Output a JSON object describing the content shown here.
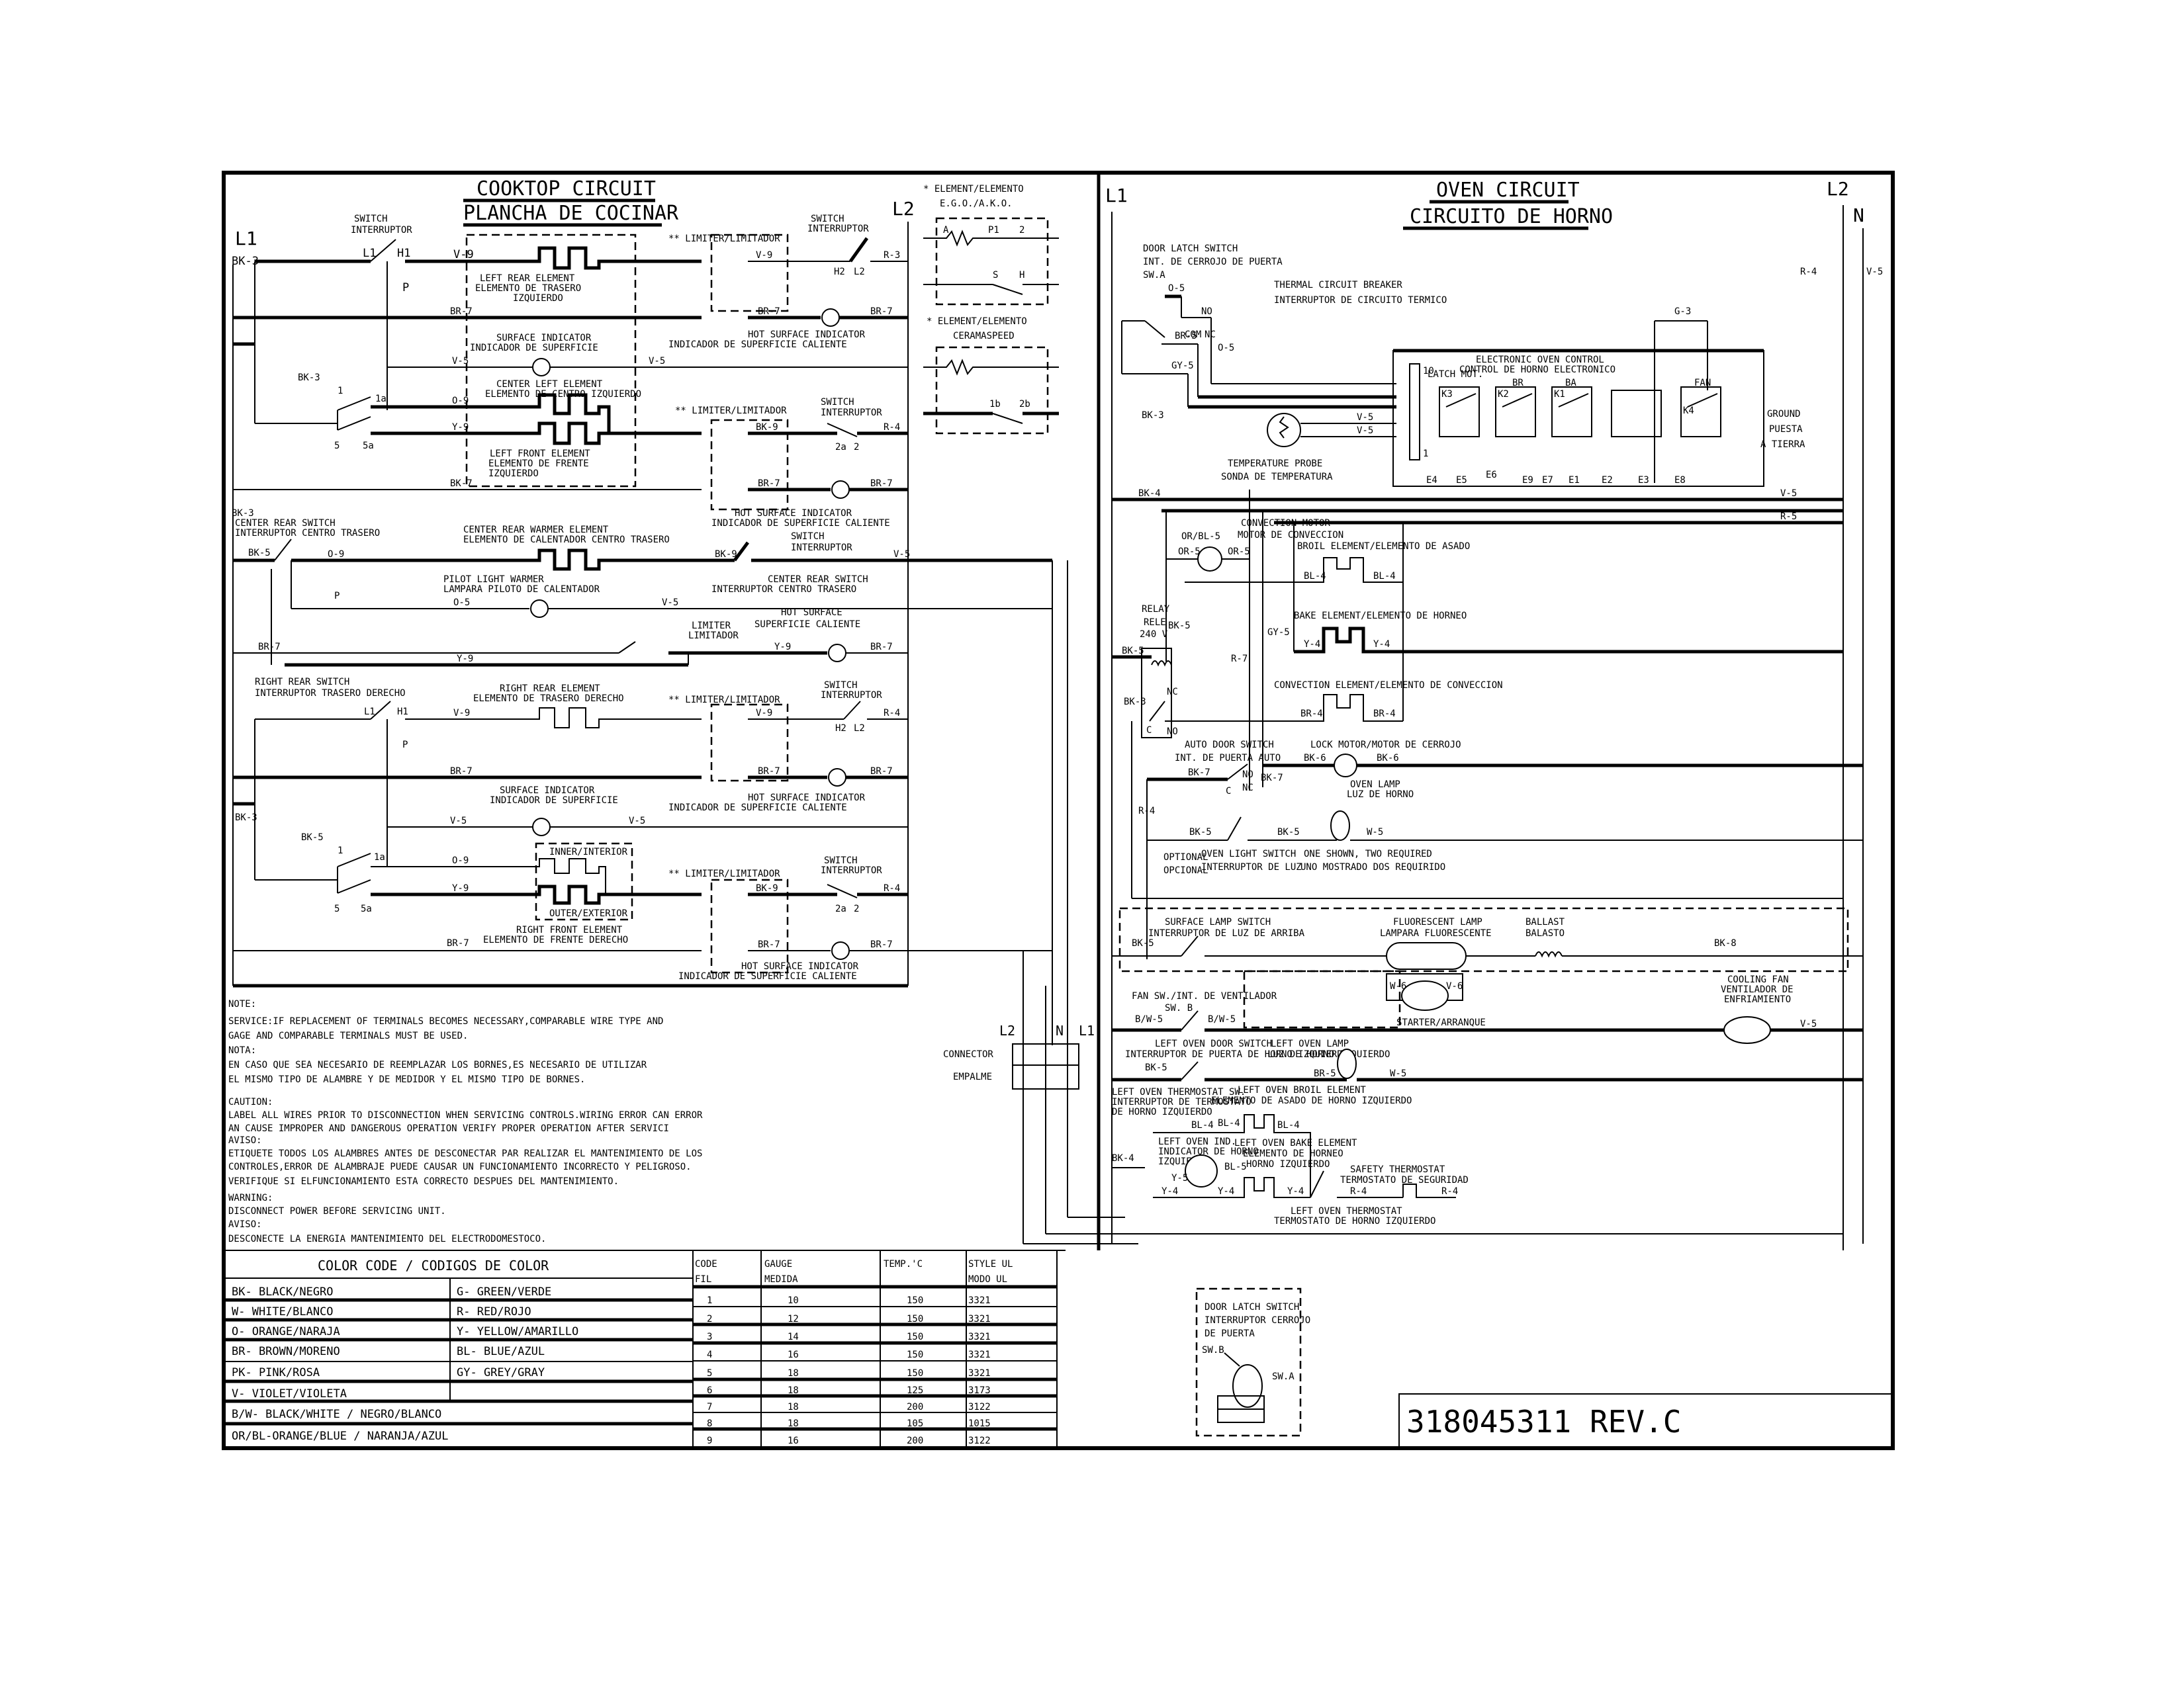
{
  "document": {
    "part_number": "318045311 REV.C"
  },
  "cooktop": {
    "title": "COOKTOP CIRCUIT",
    "title_es": "PLANCHA DE COCINAR",
    "l1": "L1",
    "l2": "L2",
    "switch_label": "SWITCH",
    "switch_label_es": "INTERRUPTOR",
    "limiter": "** LIMITER/LIMITADOR",
    "left_rear": {
      "en": "LEFT REAR ELEMENT",
      "es1": "ELEMENTO DE TRASERO",
      "es2": "IZQUIERDO"
    },
    "surface_indicator": {
      "en": "SURFACE INDICATOR",
      "es": "INDICADOR DE SUPERFICIE"
    },
    "hot_surface": {
      "en": "HOT SURFACE INDICATOR",
      "es": "INDICADOR DE SUPERFICIE CALIENTE"
    },
    "center_left": {
      "en": "CENTER LEFT ELEMENT",
      "es": "ELEMENTO DE CENTRO IZQUIERDO"
    },
    "left_front": {
      "en": "LEFT FRONT ELEMENT",
      "es1": "ELEMENTO DE FRENTE",
      "es2": "IZQUIERDO"
    },
    "center_rear_switch": {
      "en": "CENTER REAR SWITCH",
      "es": "INTERRUPTOR CENTRO TRASERO"
    },
    "center_rear_warmer": {
      "en": "CENTER REAR WARMER ELEMENT",
      "es": "ELEMENTO DE CALENTADOR CENTRO TRASERO"
    },
    "pilot_light": {
      "en": "PILOT LIGHT WARMER",
      "es": "LAMPARA PILOTO DE CALENTADOR"
    },
    "limiter_warmer": {
      "en": "LIMITER",
      "es": "LIMITADOR"
    },
    "hot_surface_short": {
      "en": "HOT SURFACE",
      "es": "SUPERFICIE CALIENTE"
    },
    "right_rear_switch": {
      "en": "RIGHT REAR SWITCH",
      "es": "INTERRUPTOR TRASERO DERECHO"
    },
    "right_rear": {
      "en": "RIGHT REAR ELEMENT",
      "es": "ELEMENTO DE TRASERO DERECHO"
    },
    "right_front": {
      "en": "RIGHT FRONT ELEMENT",
      "es": "ELEMENTO DE FRENTE DERECHO",
      "inner": "INNER/INTERIOR",
      "outer": "OUTER/EXTERIOR"
    },
    "wires": {
      "bk3": "BK-3",
      "bk5": "BK-5",
      "bk7": "BK-7",
      "bk9": "BK-9",
      "br7": "BR-7",
      "v9": "V-9",
      "v5": "V-5",
      "o9": "O-9",
      "o5": "O-5",
      "y9": "Y-9",
      "r3": "R-3",
      "r4": "R-4"
    },
    "terminals": {
      "l1": "L1",
      "h1": "H1",
      "h2": "H2",
      "l2": "L2",
      "p": "P",
      "t1": "1",
      "t1a": "1a",
      "t5": "5",
      "t5a": "5a",
      "t2": "2",
      "t2a": "2a"
    }
  },
  "legend_elements": {
    "ego_title": "* ELEMENT/ELEMENTO",
    "ego_sub": "E.G.O./A.K.O.",
    "ego_terms": [
      "A",
      "P1",
      "2",
      "S",
      "H"
    ],
    "cera_title": "* ELEMENT/ELEMENTO",
    "cera_sub": "CERAMASPEED",
    "cera_terms": [
      "1b",
      "2b"
    ]
  },
  "oven": {
    "title": "OVEN CIRCUIT",
    "title_es": "CIRCUITO DE HORNO",
    "l1": "L1",
    "l2": "L2",
    "n": "N",
    "door_latch": {
      "en": "DOOR LATCH SWITCH",
      "es": "INT. DE CERROJO DE PUERTA",
      "sw": "SW.A",
      "no": "NO",
      "nc": "NC",
      "com": "COM"
    },
    "thermal_breaker": {
      "en": "THERMAL CIRCUIT BREAKER",
      "es": "INTERRUPTOR DE CIRCUITO TERMICO"
    },
    "eoc": {
      "en": "ELECTRONIC OVEN CONTROL",
      "es": "CONTROL DE HORNO ELECTRONICO",
      "latch": "LATCH MOT.",
      "relays": [
        "K3",
        "K2",
        "K1",
        "K4"
      ],
      "relay_tags": [
        "BR",
        "BA",
        "FAN"
      ],
      "pins": [
        "10",
        "1"
      ],
      "terminals": [
        "E4",
        "E5",
        "E6",
        "E9",
        "E7",
        "E1",
        "E2",
        "E3",
        "E8"
      ]
    },
    "ground": {
      "en": "GROUND",
      "es1": "PUESTA",
      "es2": "A TIERRA"
    },
    "temp_probe": {
      "en": "TEMPERATURE PROBE",
      "es": "SONDA DE TEMPERATURA"
    },
    "convection_motor": {
      "en": "CONVECTION MOTOR",
      "es": "MOTOR DE CONVECCION"
    },
    "broil": "BROIL ELEMENT/ELEMENTO DE ASADO",
    "bake": "BAKE ELEMENT/ELEMENTO DE HORNEO",
    "convection_element": "CONVECTION ELEMENT/ELEMENTO DE CONVECCION",
    "relay": {
      "en": "RELAY",
      "es": "RELE",
      "v": "240 V",
      "nc": "NC",
      "no": "NO",
      "c": "C"
    },
    "lock_motor": "LOCK MOTOR/MOTOR DE CERROJO",
    "auto_door": {
      "en": "AUTO DOOR SWITCH",
      "es": "INT. DE PUERTA AUTO",
      "c": "C",
      "no": "NO",
      "nc": "NC"
    },
    "oven_lamp": {
      "en": "OVEN LAMP",
      "es": "LUZ DE HORNO"
    },
    "oven_light_switch": {
      "en": "OVEN LIGHT SWITCH",
      "es": "INTERRUPTOR DE LUZ"
    },
    "one_shown": {
      "en": "ONE SHOWN, TWO REQUIRED",
      "es": "UNO MOSTRADO DOS REQUIRIDO"
    },
    "optional": {
      "en": "OPTIONAL",
      "es": "OPCIONAL"
    },
    "surface_lamp_switch": {
      "en": "SURFACE LAMP SWITCH",
      "es": "INTERRUPTOR DE LUZ DE ARRIBA"
    },
    "fluorescent": {
      "en": "FLUORESCENT LAMP",
      "es": "LAMPARA FLUORESCENTE"
    },
    "ballast": {
      "en": "BALLAST",
      "es": "BALASTO"
    },
    "starter": "STARTER/ARRANQUE",
    "fan_switch": {
      "en": "FAN SW./INT. DE VENTILADOR",
      "sw": "SW. B"
    },
    "cooling_fan": {
      "en": "COOLING FAN",
      "es1": "VENTILADOR DE",
      "es2": "ENFRIAMIENTO"
    },
    "left_door_switch": {
      "en": "LEFT OVEN DOOR SWITCH",
      "es": "INTERRUPTOR DE PUERTA DE HORNO IZQUIERDO"
    },
    "left_lamp": {
      "en": "LEFT OVEN LAMP",
      "es": "LUZ DE HORNO IZQUIERDO"
    },
    "left_thermostat_sw": {
      "en": "LEFT OVEN THERMOSTAT SW.",
      "es1": "INTERRUPTOR DE TERMOSTATO",
      "es2": "DE HORNO IZQUIERDO"
    },
    "left_broil": {
      "en": "LEFT OVEN BROIL ELEMENT",
      "es": "ELEMENTO DE ASADO DE HORNO IZQUIERDO"
    },
    "left_ind": {
      "en": "LEFT OVEN IND.",
      "es1": "INDICATOR DE HORNO",
      "es2": "IZQUIERDO"
    },
    "left_bake": {
      "en": "LEFT OVEN BAKE ELEMENT",
      "es1": "ELEMENTO DE HORNEO",
      "es2": "HORNO IZQUIERDO"
    },
    "safety_thermostat": {
      "en": "SAFETY THERMOSTAT",
      "es": "TERMOSTATO DE SEGURIDAD"
    },
    "left_thermostat": {
      "en": "LEFT OVEN THERMOSTAT",
      "es": "TERMOSTATO DE HORNO IZQUIERDO"
    },
    "wires": {
      "o5": "O-5",
      "br5": "BR-5",
      "gy5": "GY-5",
      "v5": "V-5",
      "bk3": "BK-3",
      "bk4": "BK-4",
      "bk5": "BK-5",
      "bk6": "BK-6",
      "bk7": "BK-7",
      "bk8": "BK-8",
      "r4": "R-4",
      "r5": "R-5",
      "r7": "R-7",
      "g3": "G-3",
      "orbl5": "OR/BL-5",
      "or5": "OR-5",
      "bl4": "BL-4",
      "bl5": "BL-5",
      "y4": "Y-4",
      "y5": "Y-5",
      "br4": "BR-4",
      "w5": "W-5",
      "w6": "W-6",
      "v6": "V-6",
      "bw5": "B/W-5"
    }
  },
  "connector": {
    "en": "CONNECTOR",
    "es": "EMPALME",
    "l2": "L2",
    "n": "N",
    "l1": "L1"
  },
  "notes": {
    "note_h": "NOTE:",
    "note_1": "SERVICE:IF REPLACEMENT OF TERMINALS BECOMES NECESSARY,COMPARABLE WIRE TYPE AND",
    "note_2": "GAGE AND COMPARABLE TERMINALS MUST BE USED.",
    "nota_h": "NOTA:",
    "nota_1": "EN CASO QUE SEA NECESARIO DE REEMPLAZAR LOS BORNES,ES NECESARIO DE UTILIZAR",
    "nota_2": "EL MISMO TIPO DE ALAMBRE Y DE MEDIDOR Y EL MISMO TIPO DE BORNES.",
    "caution_h": "CAUTION:",
    "caution_1": "LABEL ALL WIRES PRIOR TO DISCONNECTION WHEN SERVICING CONTROLS.WIRING ERROR CAN ERROR",
    "caution_2": "AN CAUSE IMPROPER AND DANGEROUS OPERATION VERIFY PROPER OPERATION AFTER SERVICI",
    "aviso1_h": "AVISO:",
    "aviso1_1": "ETIQUETE TODOS LOS ALAMBRES ANTES DE DESCONECTAR PAR REALIZAR EL MANTENIMIENTO DE LOS",
    "aviso1_2": "CONTROLES,ERROR DE ALAMBRAJE PUEDE CAUSAR UN FUNCIONAMIENTO INCORRECTO Y PELIGROSO.",
    "aviso1_3": "VERIFIQUE SI ELFUNCIONAMIENTO ESTA CORRECTO DESPUES DEL MANTENIMIENTO.",
    "warning_h": "WARNING:",
    "warning_1": "DISCONNECT POWER BEFORE SERVICING UNIT.",
    "aviso2_h": "AVISO:",
    "aviso2_1": "DESCONECTE LA ENERGIA MANTENIMIENTO DEL ELECTRODOMESTOCO."
  },
  "color_code": {
    "title": "COLOR CODE / CODIGOS DE COLOR",
    "rows": [
      [
        "BK- BLACK/NEGRO",
        "G- GREEN/VERDE"
      ],
      [
        "W- WHITE/BLANCO",
        "R- RED/ROJO"
      ],
      [
        "O- ORANGE/NARAJA",
        "Y- YELLOW/AMARILLO"
      ],
      [
        "BR- BROWN/MORENO",
        "BL- BLUE/AZUL"
      ],
      [
        "PK- PINK/ROSA",
        "GY- GREY/GRAY"
      ],
      [
        "V- VIOLET/VIOLETA",
        ""
      ]
    ],
    "wide_rows": [
      "B/W- BLACK/WHITE / NEGRO/BLANCO",
      "OR/BL-ORANGE/BLUE / NARANJA/AZUL"
    ]
  },
  "wire_table": {
    "headers": [
      [
        "CODE",
        "FIL"
      ],
      [
        "GAUGE",
        "MEDIDA"
      ],
      [
        "TEMP.'C",
        ""
      ],
      [
        "STYLE UL",
        "MODO UL"
      ]
    ],
    "rows": [
      [
        "1",
        "10",
        "150",
        "3321"
      ],
      [
        "2",
        "12",
        "150",
        "3321"
      ],
      [
        "3",
        "14",
        "150",
        "3321"
      ],
      [
        "4",
        "16",
        "150",
        "3321"
      ],
      [
        "5",
        "18",
        "150",
        "3321"
      ],
      [
        "6",
        "18",
        "125",
        "3173"
      ],
      [
        "7",
        "18",
        "200",
        "3122"
      ],
      [
        "8",
        "18",
        "105",
        "1015"
      ],
      [
        "9",
        "16",
        "200",
        "3122"
      ]
    ]
  },
  "door_latch_inset": {
    "l1": "DOOR LATCH SWITCH",
    "l2": "INTERRUPTOR CERROJO",
    "l3": "DE PUERTA",
    "swb": "SW.B",
    "swa": "SW.A"
  }
}
